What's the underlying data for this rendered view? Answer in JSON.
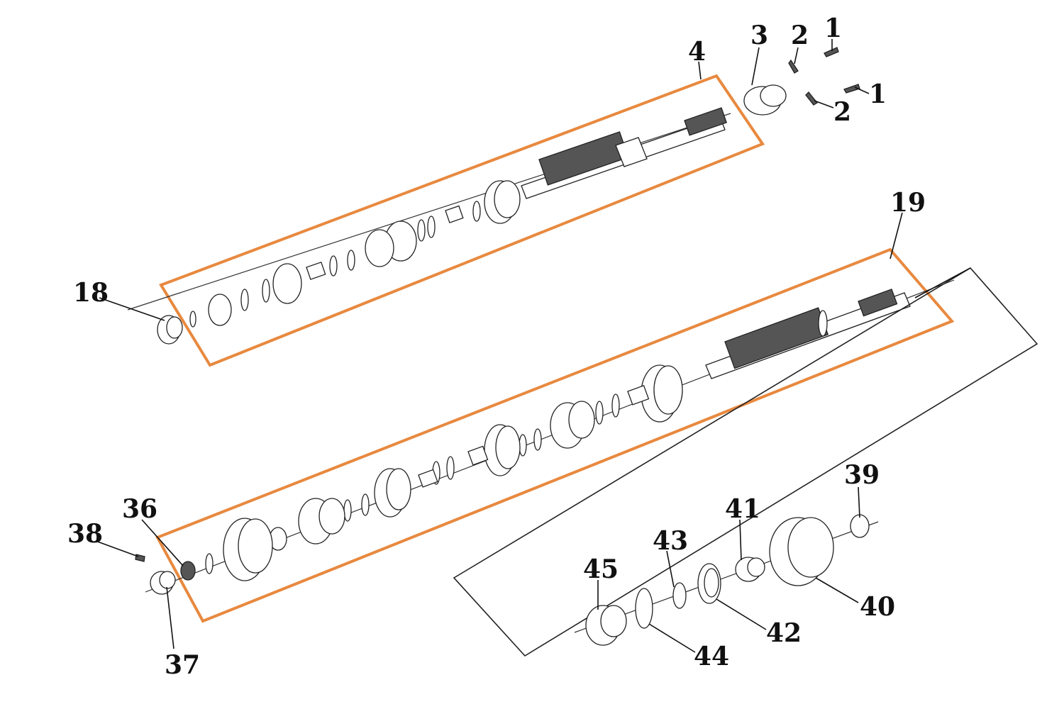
{
  "diagram": {
    "colors": {
      "group_box": "#e8893f",
      "lines": "#222222",
      "background": "#ffffff"
    },
    "callouts": {
      "c1a": "1",
      "c1b": "1",
      "c2a": "2",
      "c2b": "2",
      "c3": "3",
      "c4": "4",
      "c18": "18",
      "c19": "19",
      "c36": "36",
      "c37": "37",
      "c38": "38",
      "c39": "39",
      "c40": "40",
      "c41": "41",
      "c42": "42",
      "c43": "43",
      "c44": "44",
      "c45": "45"
    }
  }
}
